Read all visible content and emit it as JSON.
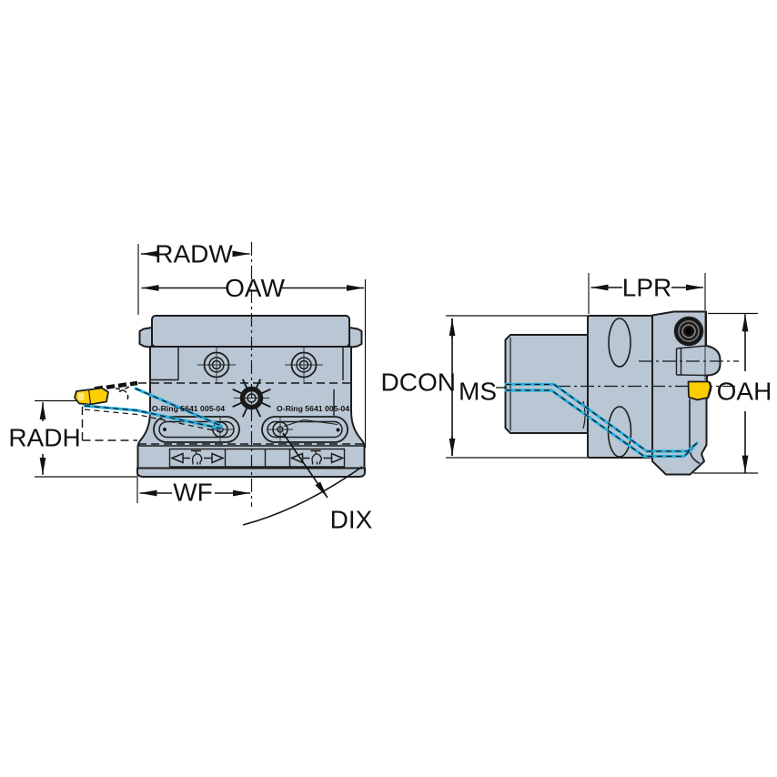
{
  "drawing": {
    "front_view": {
      "dim_radw": "RADW",
      "dim_oaw": "OAW",
      "dim_radh": "RADH",
      "dim_wf": "WF",
      "dim_dix": "DIX",
      "oring_labels": [
        "O-Ring 5641 005-04",
        "O-Ring 5641 005-04"
      ]
    },
    "side_view": {
      "dim_lpr": "LPR",
      "dim_dcon": "DCON",
      "dim_dcon_sub": "MS",
      "dim_oah": "OAH"
    },
    "colors": {
      "background": "#ffffff",
      "metal": "#b9c6d3",
      "outline": "#1d1d1d",
      "dimension": "#111111",
      "coolant": "#29b1e0",
      "insert": "#ffce00",
      "screw": "#161616"
    }
  }
}
